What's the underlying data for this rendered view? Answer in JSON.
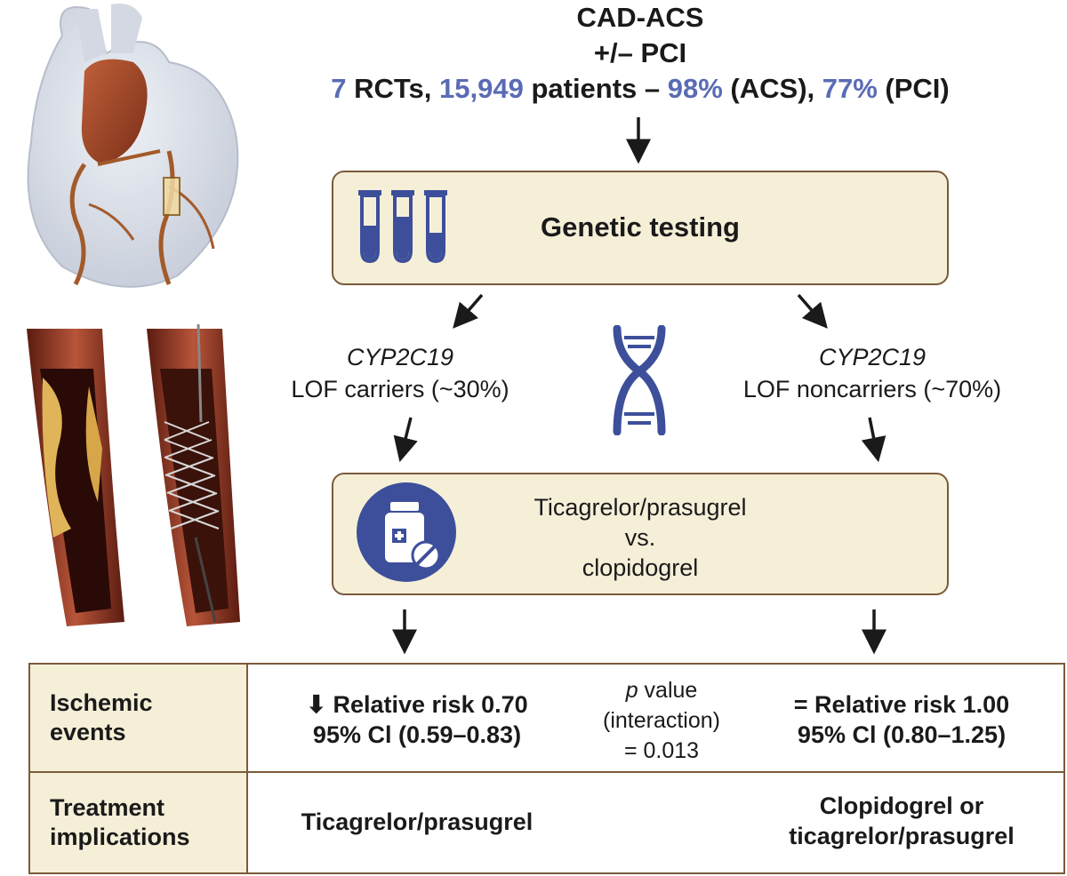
{
  "header": {
    "line1": "CAD-ACS",
    "line2": "+/– PCI",
    "rcts_num": "7",
    "rcts_label": " RCTs, ",
    "patients_num": "15,949",
    "patients_label": " patients – ",
    "acs_pct": "98%",
    "acs_label": " (ACS), ",
    "pci_pct": "77%",
    "pci_label": " (PCI)"
  },
  "testing_box": {
    "label": "Genetic testing",
    "icon": "test-tubes-icon"
  },
  "left_branch": {
    "gene": "CYP2C19",
    "label": "LOF carriers (~30%)"
  },
  "right_branch": {
    "gene": "CYP2C19",
    "label": "LOF noncarriers (~70%)"
  },
  "center_icon": "dna-icon",
  "treatment_box": {
    "line1": "Ticagrelor/prasugrel",
    "line2": "vs.",
    "line3": "clopidogrel",
    "icon": "pill-bottle-icon"
  },
  "results": {
    "ischemic": {
      "header_line1": "Ischemic",
      "header_line2": "events",
      "left_arrow": "⬇",
      "left_line1": " Relative risk 0.70",
      "left_line2": "95% Cl (0.59–0.83)",
      "p_label_italic": "p",
      "p_label_rest": " value",
      "p_line2": "(interaction)",
      "p_line3": "= 0.013",
      "right_line1": "= Relative risk 1.00",
      "right_line2": "95% Cl (0.80–1.25)"
    },
    "treatment": {
      "header_line1": "Treatment",
      "header_line2": "implications",
      "left": "Ticagrelor/prasugrel",
      "right_line1": "Clopidogrel or",
      "right_line2": "ticagrelor/prasugrel"
    }
  },
  "colors": {
    "accent_blue": "#3d4f9a",
    "number_blue": "#5a6bb5",
    "box_fill": "#f6efd8",
    "box_border": "#7a5a3a"
  }
}
